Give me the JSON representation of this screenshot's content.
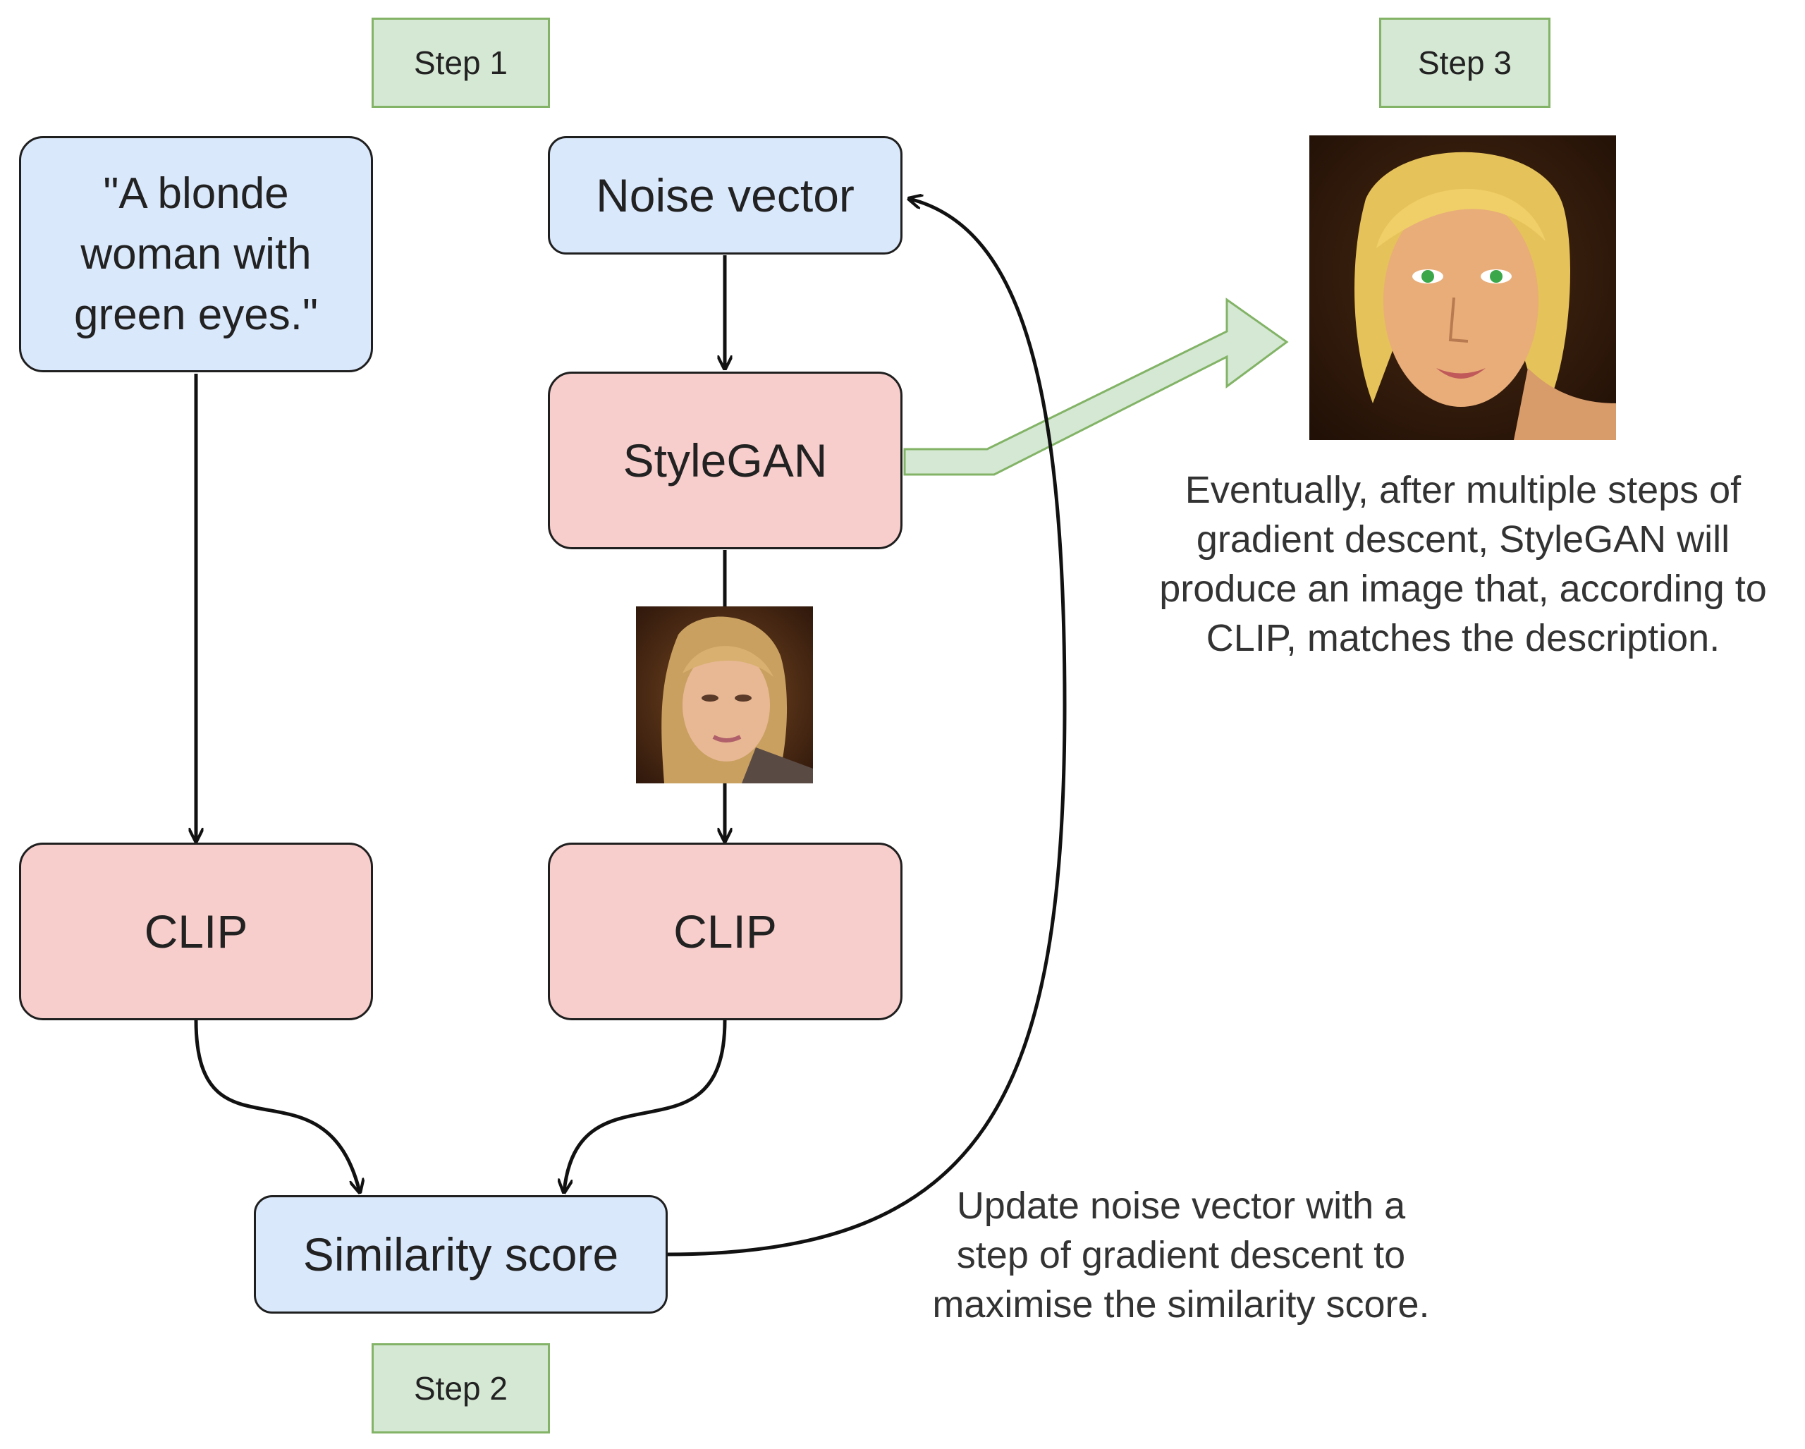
{
  "steps": {
    "step1": "Step 1",
    "step2": "Step 2",
    "step3": "Step 3"
  },
  "nodes": {
    "prompt_line1": "\"A blonde",
    "prompt_line2": "woman with",
    "prompt_line3": "green eyes.\"",
    "noise_vector": "Noise vector",
    "stylegan": "StyleGAN",
    "clip_text": "CLIP",
    "clip_image": "CLIP",
    "similarity": "Similarity score"
  },
  "notes": {
    "final_line1": "Eventually, after multiple steps of",
    "final_line2": "gradient descent, StyleGAN will",
    "final_line3": "produce an image that, according to",
    "final_line4": "CLIP, matches the description.",
    "update_line1": "Update noise vector with a",
    "update_line2": "step of gradient descent to",
    "update_line3": "maximise the similarity score."
  },
  "images": {
    "intermediate": "intermediate-face-photo",
    "final": "final-face-photo-green-eyes"
  },
  "colors": {
    "input_fill": "#dae8fc",
    "model_fill": "#f8cecc",
    "step_fill": "#d5e8d4",
    "step_stroke": "#82b366"
  }
}
